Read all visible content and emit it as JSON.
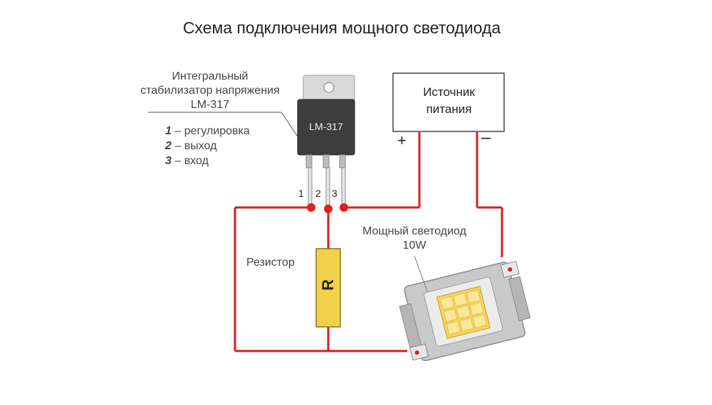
{
  "title": "Схема подключения мощного светодиода",
  "regulator": {
    "label_line1": "Интегральный",
    "label_line2": "стабилизатор напряжения",
    "label_line3": "LM-317",
    "chip_text": "LM-317",
    "pins": [
      {
        "num": "1",
        "desc": "– регулировка"
      },
      {
        "num": "2",
        "desc": "– выход"
      },
      {
        "num": "3",
        "desc": "– вход"
      }
    ]
  },
  "power_supply": {
    "label_line1": "Источник",
    "label_line2": "питания",
    "plus": "+",
    "minus": "–"
  },
  "resistor": {
    "label": "Резистор",
    "symbol": "R"
  },
  "led": {
    "label_line1": "Мощный светодиод",
    "label_line2": "10W"
  },
  "colors": {
    "wire": "#d42020",
    "node": "#e01e1e",
    "resistor_body": "#f1d24a",
    "led_chip": "#f5d55a"
  }
}
